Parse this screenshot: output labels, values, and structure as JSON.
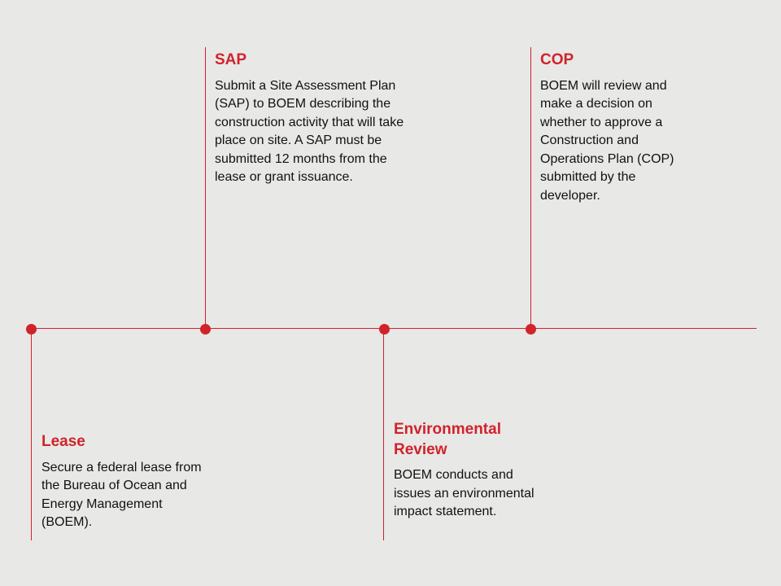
{
  "milestones": [
    {
      "title": "Lease",
      "description": "Secure a federal lease from the Bureau of Ocean and Energy Management (BOEM)."
    },
    {
      "title": "SAP",
      "description": "Submit a Site Assessment Plan (SAP) to BOEM describing the construction activity that will take place on site. A SAP must be submitted 12 months from the lease or grant issuance."
    },
    {
      "title": "Environmental Review",
      "description": "BOEM conducts and issues an environmental impact statement."
    },
    {
      "title": "COP",
      "description": "BOEM will review and make a decision on whether to approve a Construction and Operations Plan (COP) submitted by the developer."
    }
  ],
  "colors": {
    "accent": "#d0232a",
    "background": "#e8e8e7",
    "text": "#111111"
  }
}
